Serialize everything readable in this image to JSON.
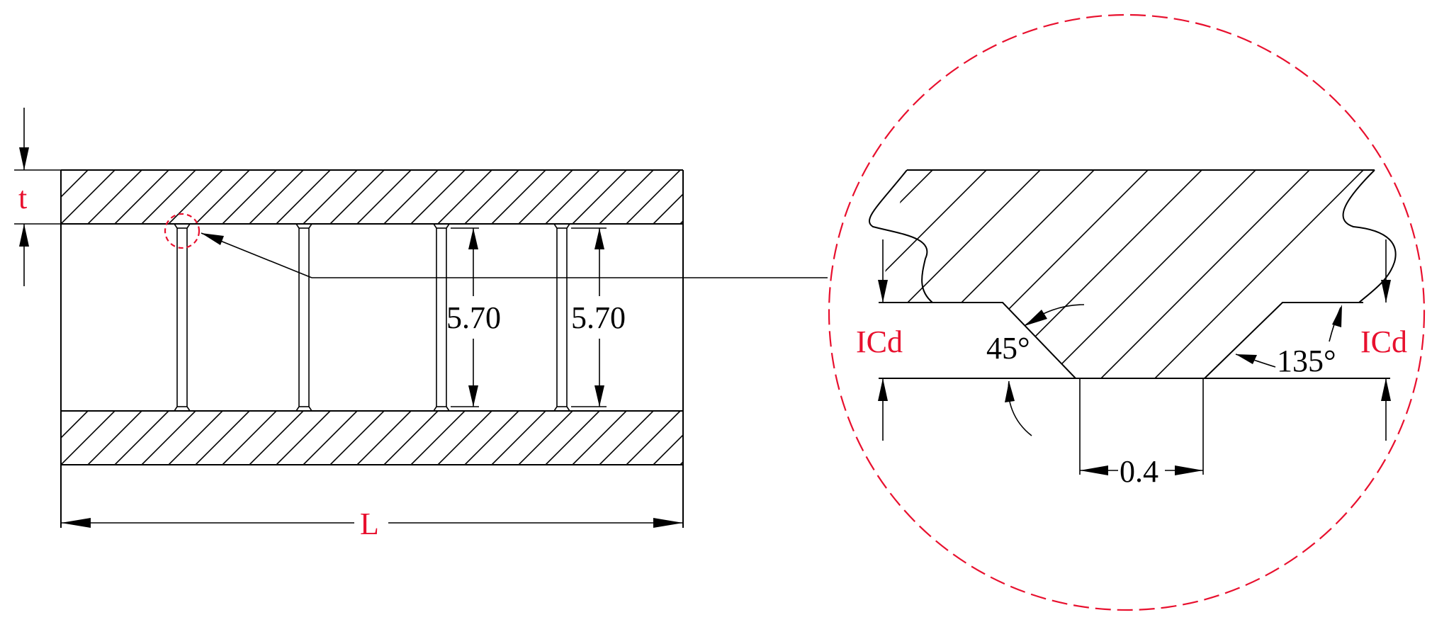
{
  "labels": {
    "thickness": "t",
    "length": "L",
    "diameter_1": "5.70",
    "diameter_2": "5.70",
    "icd_left": "ICd",
    "icd_right": "ICd",
    "angle_small": "45°",
    "angle_large": "135°",
    "groove_width": "0.4"
  },
  "colors": {
    "line": "#000000",
    "accent_red": "#e8102e"
  }
}
